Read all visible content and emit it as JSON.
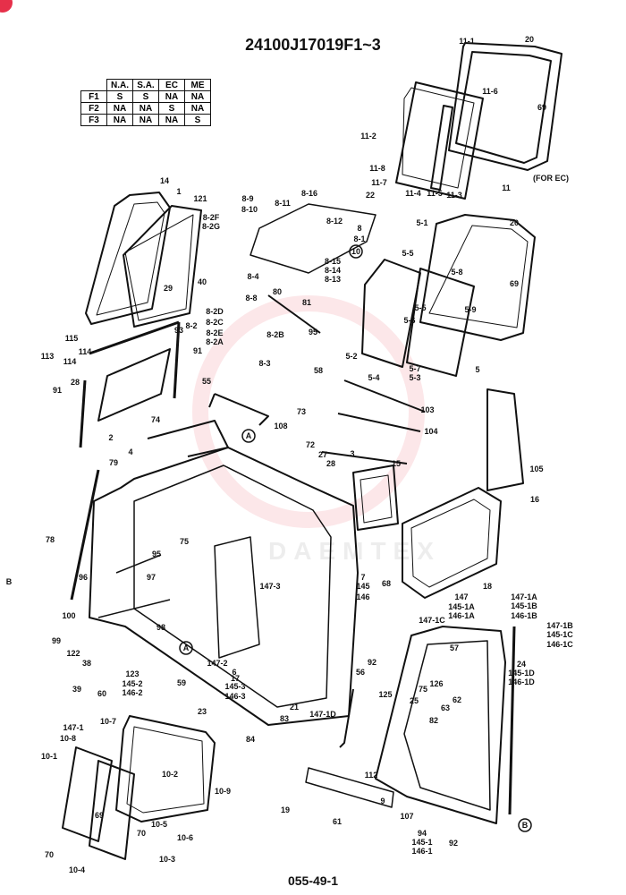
{
  "title": "24100J17019F1~3",
  "footer": "055-49-1",
  "spec_table": {
    "headers": [
      "N.A.",
      "S.A.",
      "EC",
      "ME"
    ],
    "rows": [
      {
        "label": "F1",
        "cells": [
          "S",
          "S",
          "NA",
          "NA"
        ]
      },
      {
        "label": "F2",
        "cells": [
          "NA",
          "NA",
          "S",
          "NA"
        ]
      },
      {
        "label": "F3",
        "cells": [
          "NA",
          "NA",
          "NA",
          "S"
        ]
      }
    ]
  },
  "note_for_ec": "(FOR EC)",
  "watermark": "DAEMTEX",
  "labels": [
    "11-1",
    "20",
    "11-6",
    "69",
    "11-2",
    "11-8",
    "11-7",
    "11-4",
    "11-5",
    "11-3",
    "11",
    "14",
    "1",
    "121",
    "40",
    "29",
    "114",
    "115",
    "114",
    "113",
    "93",
    "91",
    "28",
    "91",
    "2",
    "8-9",
    "8-10",
    "8-11",
    "8-16",
    "22",
    "8-12",
    "8-2F",
    "8-2G",
    "8",
    "8-1",
    "8-15",
    "8-14",
    "8-13",
    "8-4",
    "80",
    "81",
    "8-8",
    "8-2D",
    "8-2C",
    "8-2",
    "8-2E",
    "8-2A",
    "8-2B",
    "95",
    "8-3",
    "5-1",
    "20",
    "5-5",
    "5-8",
    "69",
    "5-9",
    "5-5",
    "5-6",
    "5-2",
    "5-4",
    "5-7",
    "5-3",
    "5",
    "58",
    "55",
    "103",
    "104",
    "74",
    "108",
    "73",
    "72",
    "27",
    "28",
    "3",
    "15",
    "105",
    "16",
    "4",
    "79",
    "78",
    "75",
    "95",
    "97",
    "96",
    "100",
    "98",
    "99",
    "122",
    "38",
    "39",
    "60",
    "59",
    "123",
    "145-2",
    "146-2",
    "147-2",
    "6",
    "17",
    "145-3",
    "146-3",
    "147-3",
    "68",
    "18",
    "7",
    "145",
    "146",
    "147",
    "145-1A",
    "146-1A",
    "147-1A",
    "145-1B",
    "146-1B",
    "147-1B",
    "145-1C",
    "146-1C",
    "147-1C",
    "57",
    "92",
    "56",
    "125",
    "126",
    "75",
    "62",
    "25",
    "63",
    "24",
    "145-1D",
    "146-1D",
    "147-1D",
    "23",
    "21",
    "83",
    "84",
    "82",
    "112",
    "9",
    "19",
    "61",
    "107",
    "92",
    "94",
    "145-1",
    "146-1",
    "147-1",
    "10-8",
    "10-7",
    "10-1",
    "10-2",
    "10-9",
    "69",
    "10-5",
    "70",
    "10-6",
    "70",
    "10-4",
    "10-3",
    "10",
    "A",
    "A",
    "B",
    "B"
  ]
}
